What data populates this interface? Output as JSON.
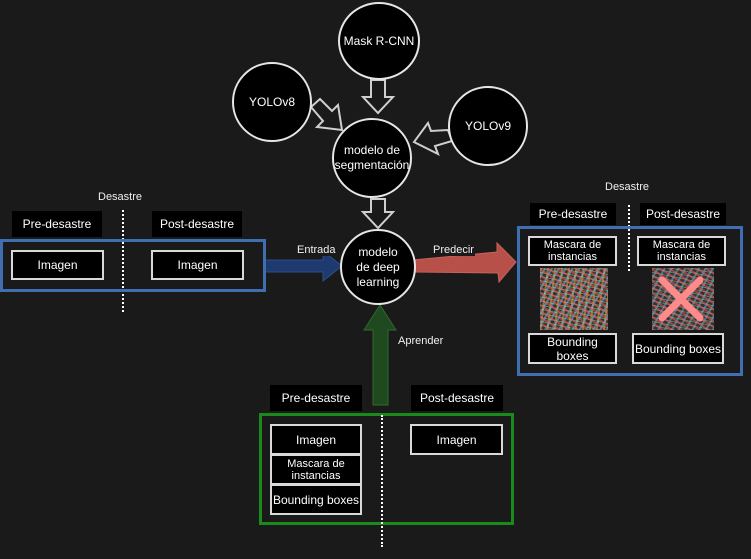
{
  "models": {
    "mask_rcnn": "Mask R-CNN",
    "yolov8": "YOLOv8",
    "yolov9": "YOLOv9",
    "segmentation": "modelo de segmentación",
    "deep_learning": "modelo de deep learning"
  },
  "input": {
    "group_label": "Desastre",
    "pre_label": "Pre-desastre",
    "post_label": "Post-desastre",
    "pre_image": "Imagen",
    "post_image": "Imagen",
    "arrow_label": "Entrada"
  },
  "output": {
    "group_label": "Desastre",
    "arrow_label": "Predecir",
    "pre_label": "Pre-desastre",
    "post_label": "Post-desastre",
    "pre_mask": "Mascara de instancias",
    "post_mask": "Mascara de instancias",
    "pre_bbox": "Bounding boxes",
    "post_bbox": "Bounding boxes"
  },
  "training": {
    "arrow_label": "Aprender",
    "pre_label": "Pre-desastre",
    "post_label": "Post-desastre",
    "pre_image": "Imagen",
    "pre_mask": "Mascara de instancias",
    "pre_bbox": "Bounding boxes",
    "post_image": "Imagen"
  },
  "colors": {
    "input_frame": "#3f6fb0",
    "output_frame": "#3f6fb0",
    "training_frame": "#1a8a1a",
    "arrow_input": "#1f3a6e",
    "arrow_output": "#b8504a",
    "arrow_training": "#1f4a1f"
  }
}
